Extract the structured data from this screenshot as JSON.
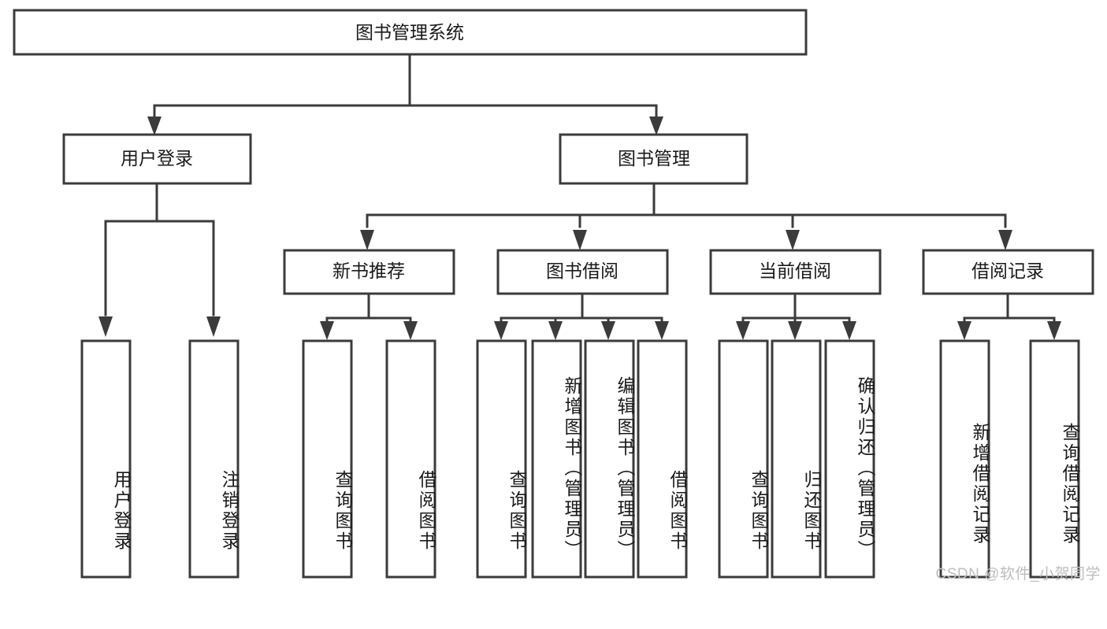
{
  "diagram": {
    "title": "图书管理系统",
    "type": "hierarchy-tree",
    "watermark": "CSDN @软件_小贺同学",
    "root": {
      "id": "root",
      "label": "图书管理系统",
      "orientation": "horizontal"
    },
    "level1": [
      {
        "id": "user-login",
        "label": "用户登录",
        "orientation": "horizontal"
      },
      {
        "id": "book-management",
        "label": "图书管理",
        "orientation": "horizontal"
      }
    ],
    "level2": [
      {
        "id": "new-book-recommend",
        "label": "新书推荐",
        "orientation": "horizontal",
        "parent": "book-management"
      },
      {
        "id": "book-borrow",
        "label": "图书借阅",
        "orientation": "horizontal",
        "parent": "book-management"
      },
      {
        "id": "current-borrow",
        "label": "当前借阅",
        "orientation": "horizontal",
        "parent": "book-management"
      },
      {
        "id": "borrow-record",
        "label": "借阅记录",
        "orientation": "horizontal",
        "parent": "book-management"
      }
    ],
    "leaves": [
      {
        "id": "leaf-user-login",
        "label": "用户登录",
        "orientation": "vertical",
        "parent": "user-login"
      },
      {
        "id": "leaf-logout",
        "label": "注销登录",
        "orientation": "vertical",
        "parent": "user-login"
      },
      {
        "id": "leaf-query-book-1",
        "label": "查询图书",
        "orientation": "vertical",
        "parent": "new-book-recommend"
      },
      {
        "id": "leaf-borrow-book-1",
        "label": "借阅图书",
        "orientation": "vertical",
        "parent": "new-book-recommend"
      },
      {
        "id": "leaf-query-book-2",
        "label": "查询图书",
        "orientation": "vertical",
        "parent": "book-borrow"
      },
      {
        "id": "leaf-add-book",
        "label": "新增图书（管理员）",
        "orientation": "vertical",
        "parent": "book-borrow"
      },
      {
        "id": "leaf-edit-book",
        "label": "编辑图书（管理员）",
        "orientation": "vertical",
        "parent": "book-borrow"
      },
      {
        "id": "leaf-borrow-book-2",
        "label": "借阅图书",
        "orientation": "vertical",
        "parent": "book-borrow"
      },
      {
        "id": "leaf-query-book-3",
        "label": "查询图书",
        "orientation": "vertical",
        "parent": "current-borrow"
      },
      {
        "id": "leaf-return-book",
        "label": "归还图书",
        "orientation": "vertical",
        "parent": "current-borrow"
      },
      {
        "id": "leaf-confirm-return",
        "label": "确认归还（管理员）",
        "orientation": "vertical",
        "parent": "current-borrow"
      },
      {
        "id": "leaf-add-record",
        "label": "新增借阅记录",
        "orientation": "vertical",
        "parent": "borrow-record"
      },
      {
        "id": "leaf-query-record",
        "label": "查询借阅记录",
        "orientation": "vertical",
        "parent": "borrow-record"
      }
    ],
    "colors": {
      "stroke": "#3b3b3b",
      "fill": "#ffffff",
      "text": "#1a1a1a",
      "watermark": "#bdbdbd",
      "background": "#ffffff"
    }
  }
}
